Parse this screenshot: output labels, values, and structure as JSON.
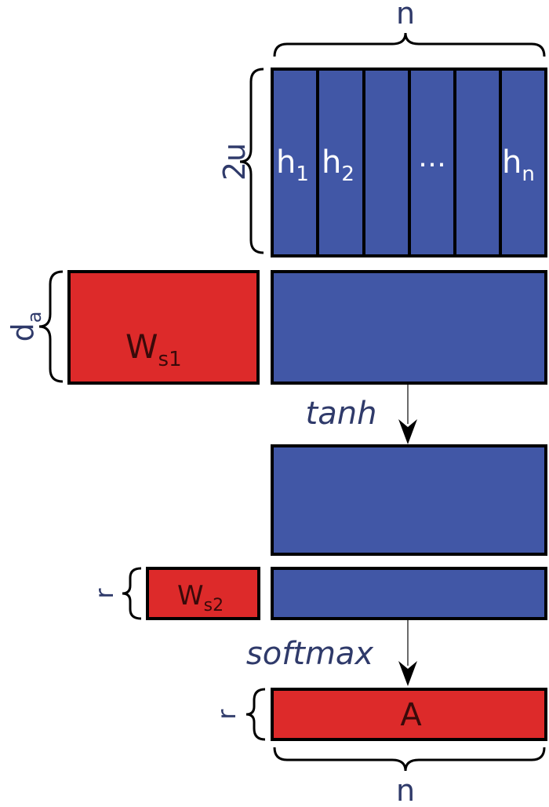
{
  "colors": {
    "blue": "#4157a6",
    "red": "#dd2a2a",
    "label": "#2f3a6a"
  },
  "labels": {
    "n_top": "n",
    "two_u": "2u",
    "d_a": "d",
    "d_a_sub": "a",
    "r1": "r",
    "r2": "r",
    "n_bottom": "n",
    "tanh": "tanh",
    "softmax": "softmax"
  },
  "hidden_columns": [
    {
      "base": "h",
      "sub": "1"
    },
    {
      "base": "h",
      "sub": "2"
    },
    {
      "base": "…",
      "sub": ""
    },
    {
      "base": "h",
      "sub": "n"
    }
  ],
  "matrices": {
    "ws1": {
      "base": "W",
      "sub": "s1"
    },
    "ws2": {
      "base": "W",
      "sub": "s2"
    },
    "a": {
      "base": "A"
    }
  }
}
